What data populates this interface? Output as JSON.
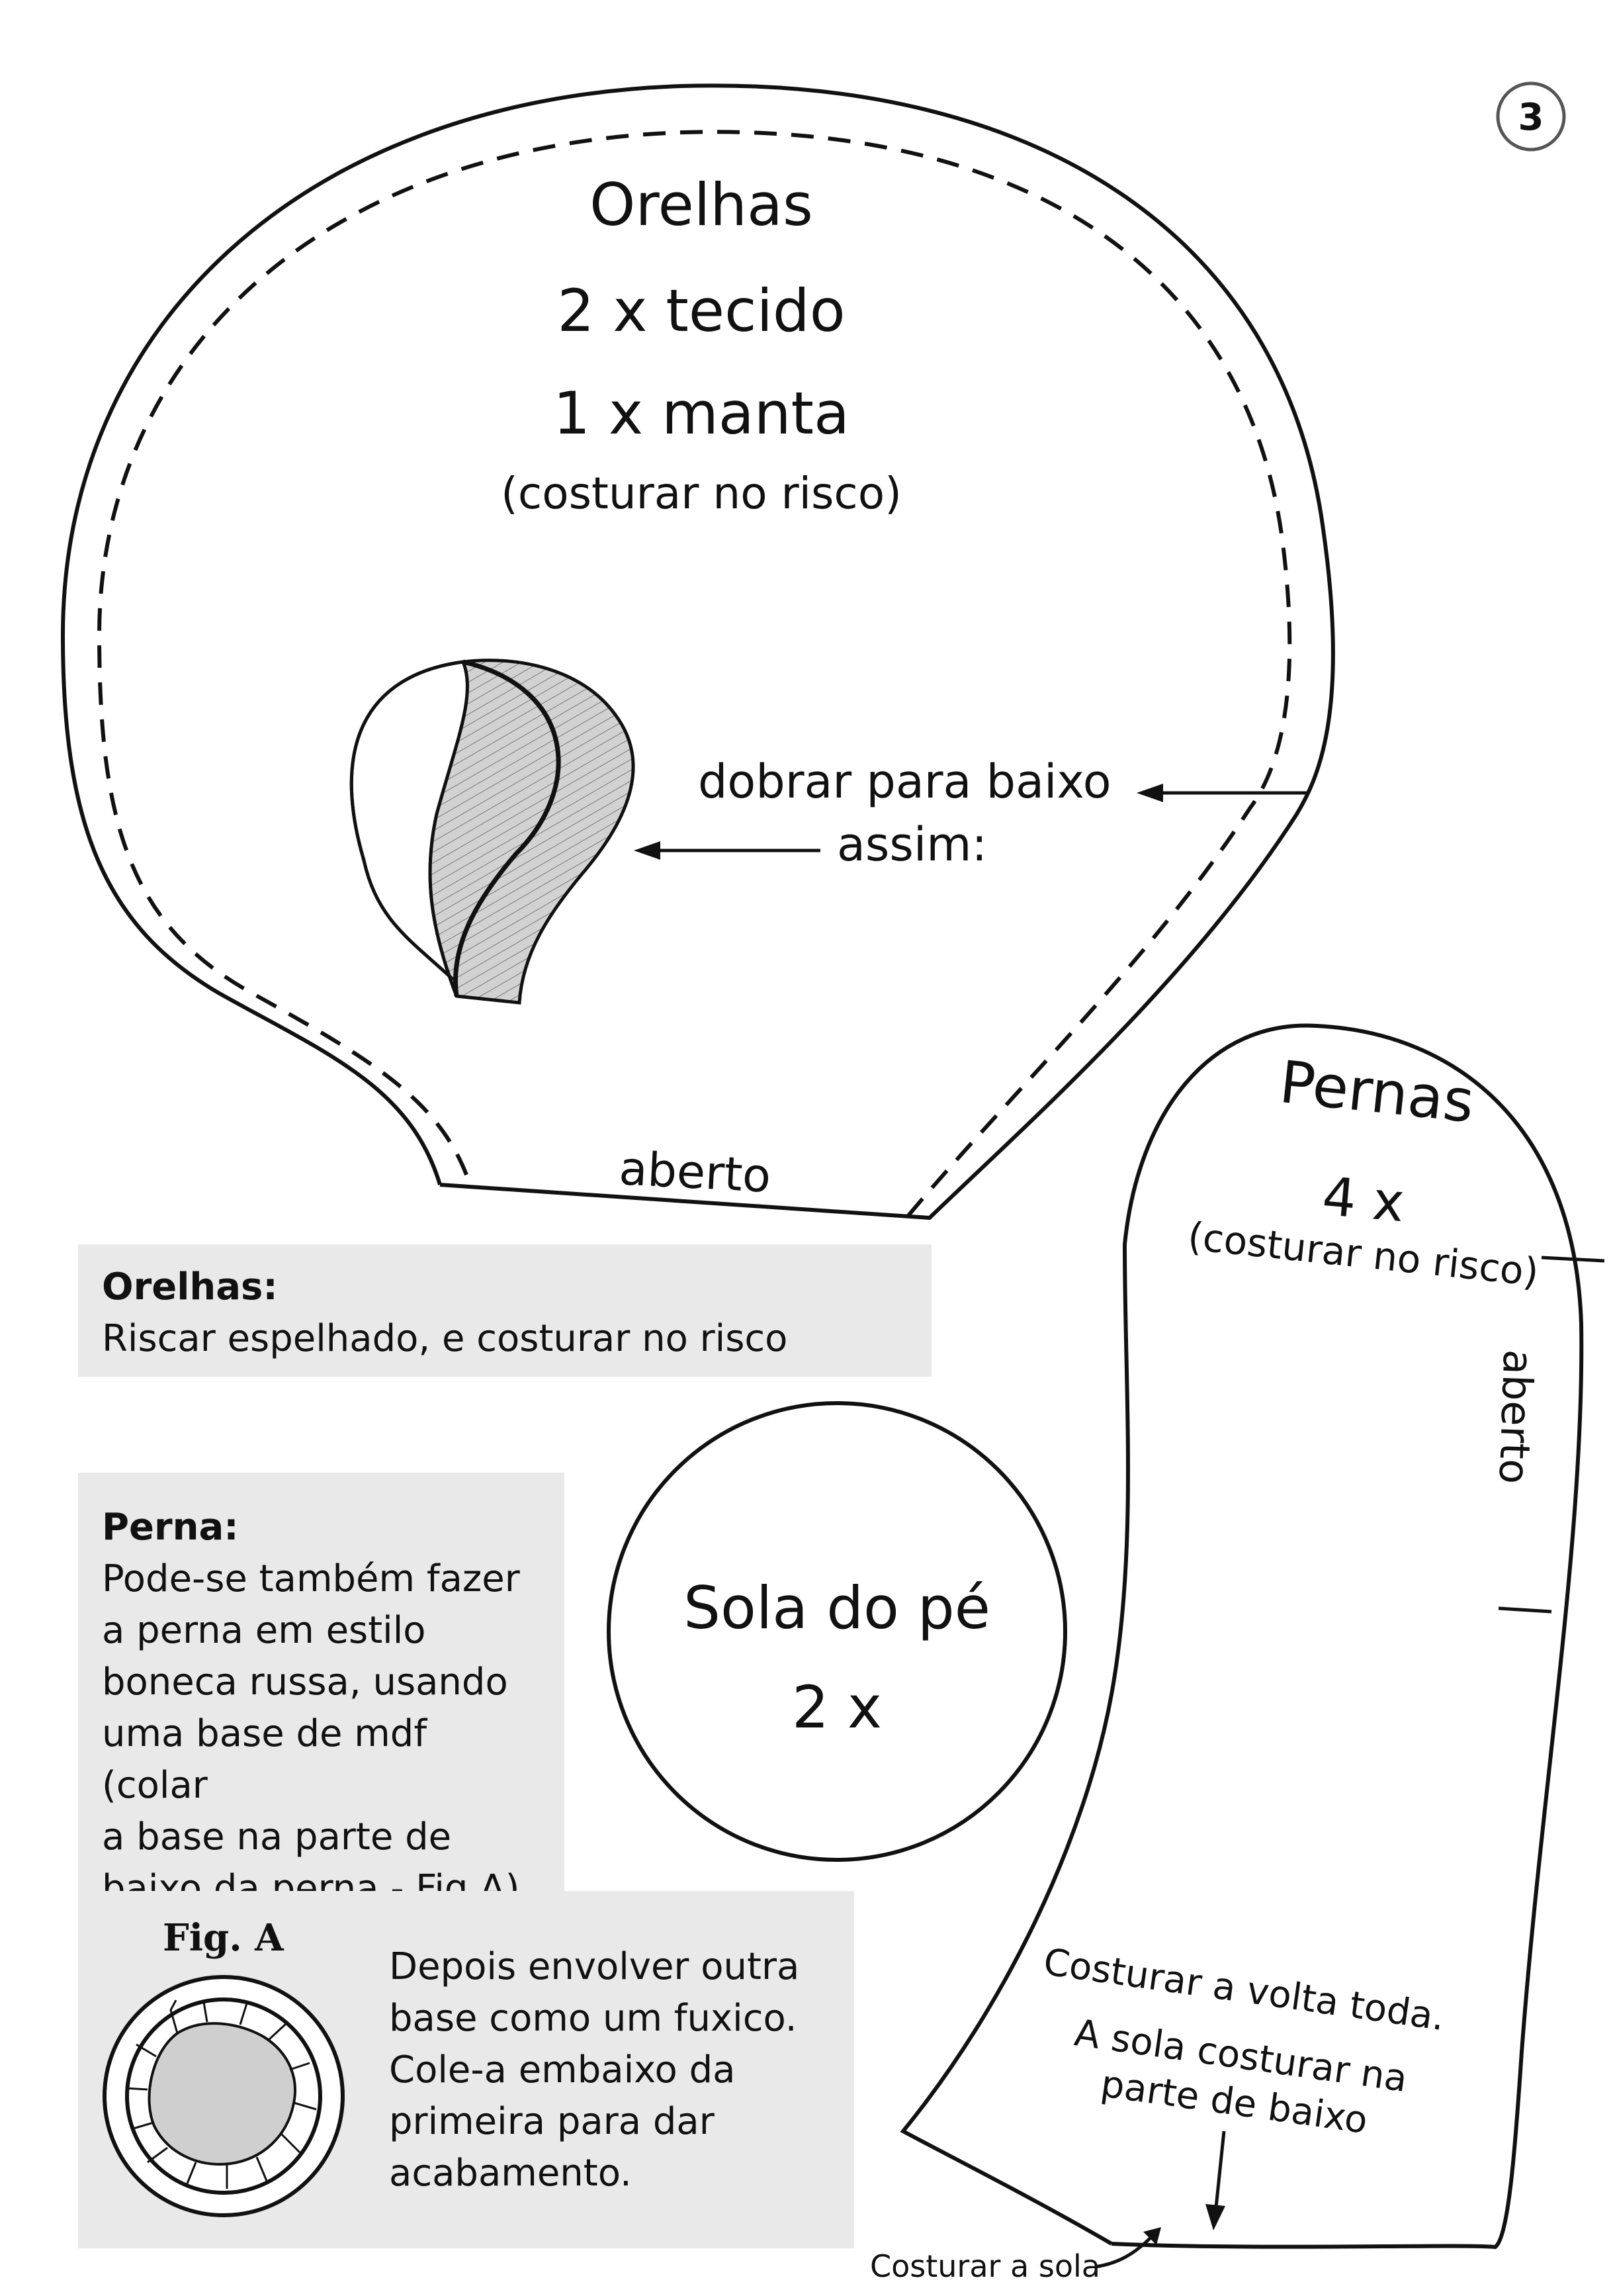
{
  "page_number": "3",
  "ears": {
    "title": "Orelhas",
    "qty_fabric": "2 x tecido",
    "qty_batting": "1 x manta",
    "note": "(costurar no risco)",
    "fold_line1": "dobrar para baixo",
    "fold_line2": "assim:",
    "open_label": "aberto"
  },
  "legs": {
    "title": "Pernas",
    "qty": "4 x",
    "note": "(costurar no risco)",
    "open_label": "aberto",
    "sew_around": "Costurar a volta toda.",
    "sole_line1": "A sola costurar na",
    "sole_line2": "parte de baixo",
    "sew_sole": "Costurar a sola"
  },
  "sole": {
    "title": "Sola do pé",
    "qty": "2 x"
  },
  "ears_box": {
    "title": "Orelhas:",
    "body": "Riscar espelhado, e costurar no risco"
  },
  "leg_box": {
    "title": "Perna:",
    "body": "Pode-se também fazer\na perna em estilo\nboneca russa, usando\numa base de mdf (colar\na base na parte de\nbaixo da perna - Fig.A)."
  },
  "fig_a": {
    "title": "Fig. A",
    "text": "Depois envolver outra\nbase como um fuxico.\nCole-a embaixo da\nprimeira para dar\nacabamento."
  },
  "colors": {
    "line": "#111111",
    "box_bg": "#e9e9e9",
    "fill_gray": "#cfcfcf"
  }
}
